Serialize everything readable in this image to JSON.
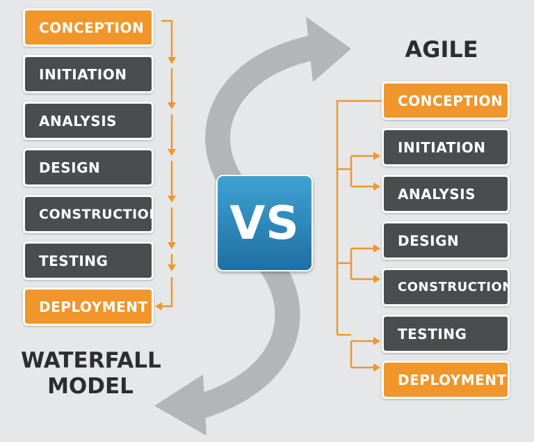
{
  "waterfall": {
    "title_line1": "WATERFALL",
    "title_line2": "MODEL",
    "steps": [
      {
        "label": "CONCEPTION",
        "highlight": true
      },
      {
        "label": "INITIATION",
        "highlight": false
      },
      {
        "label": "ANALYSIS",
        "highlight": false
      },
      {
        "label": "DESIGN",
        "highlight": false
      },
      {
        "label": "CONSTRUCTION",
        "highlight": false
      },
      {
        "label": "TESTING",
        "highlight": false
      },
      {
        "label": "DEPLOYMENT",
        "highlight": true
      }
    ]
  },
  "agile": {
    "title": "AGILE",
    "steps": [
      {
        "label": "CONCEPTION",
        "highlight": true
      },
      {
        "label": "INITIATION",
        "highlight": false
      },
      {
        "label": "ANALYSIS",
        "highlight": false
      },
      {
        "label": "DESIGN",
        "highlight": false
      },
      {
        "label": "CONSTRUCTION",
        "highlight": false
      },
      {
        "label": "TESTING",
        "highlight": false
      },
      {
        "label": "DEPLOYMENT",
        "highlight": true
      }
    ]
  },
  "center_badge": "VS",
  "colors": {
    "accent": "#f0962a",
    "dark": "#4b4c4e",
    "badge": "#2a86bd",
    "arrow": "#b4b5b7",
    "background": "#e6e7e8"
  }
}
